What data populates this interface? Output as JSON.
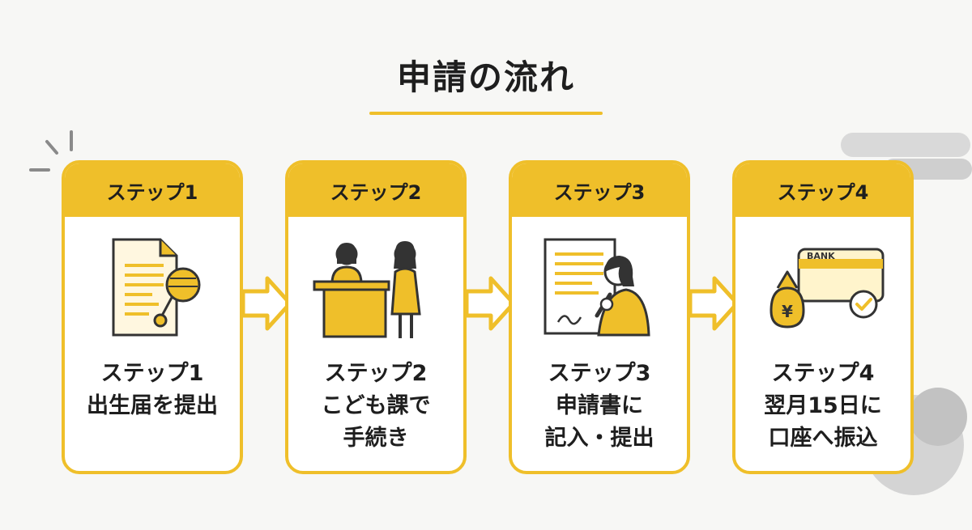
{
  "title": "申請の流れ",
  "colors": {
    "accent": "#efbf2a",
    "text": "#1e1e1e",
    "background": "#f7f7f5"
  },
  "steps": [
    {
      "header": "ステップ1",
      "line1": "ステップ1",
      "line2": "出生届を提出",
      "line3": "",
      "icon": "document-rattle-icon"
    },
    {
      "header": "ステップ2",
      "line1": "ステップ2",
      "line2": "こども課で",
      "line3": "手続き",
      "icon": "counter-staff-icon"
    },
    {
      "header": "ステップ3",
      "line1": "ステップ3",
      "line2": "申請書に",
      "line3": "記入・提出",
      "icon": "writing-form-icon"
    },
    {
      "header": "ステップ4",
      "line1": "ステップ4",
      "line2": "翌月15日に",
      "line3": "口座へ振込",
      "icon": "bank-transfer-icon"
    }
  ],
  "bank_card_label": "BANK"
}
